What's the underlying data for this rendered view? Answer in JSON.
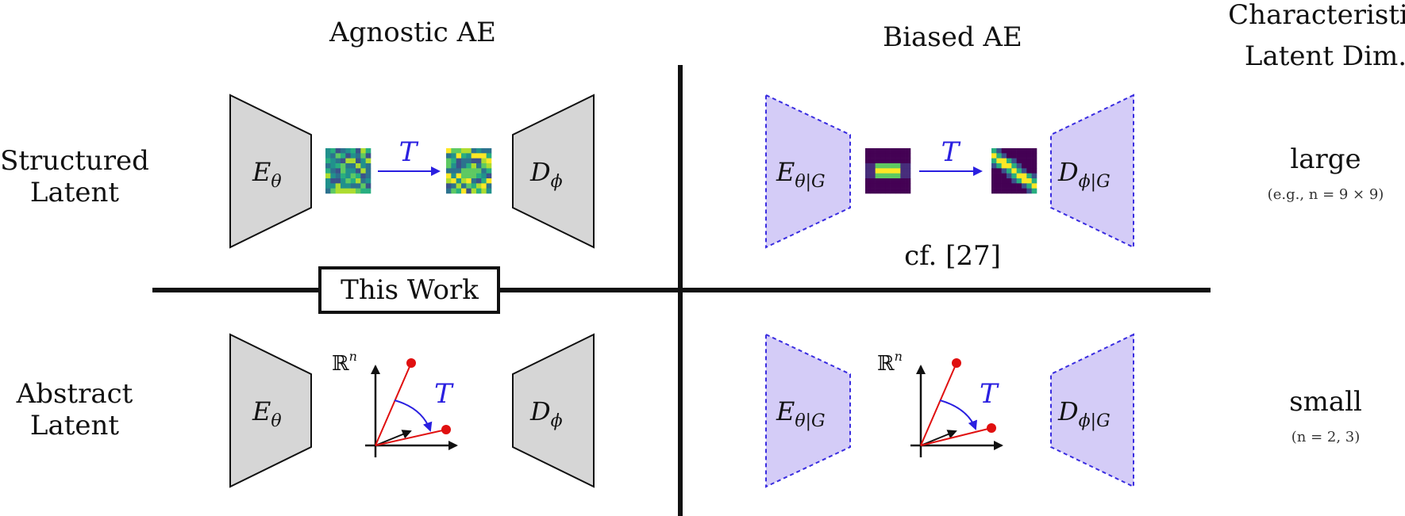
{
  "columns": {
    "agnostic": "Agnostic AE",
    "biased": "Biased AE",
    "characteristic_line1": "Characteristic",
    "characteristic_line2": "Latent Dim."
  },
  "rows": {
    "structured_line1": "Structured",
    "structured_line2": "Latent",
    "abstract_line1": "Abstract",
    "abstract_line2": "Latent"
  },
  "encoder_agnostic": {
    "main": "E",
    "sub": "θ"
  },
  "decoder_agnostic": {
    "main": "D",
    "sub": "ϕ"
  },
  "encoder_biased": {
    "main": "E",
    "sub": "θ|G"
  },
  "decoder_biased": {
    "main": "D",
    "sub": "ϕ|G"
  },
  "transform_label": "T",
  "space_label": {
    "main": "ℝ",
    "sup": "n"
  },
  "this_work": "This Work",
  "citation": "cf. [27]",
  "dims": {
    "large": "large",
    "large_note": "(e.g., n = 9 × 9)",
    "small": "small",
    "small_note": "(n = 2, 3)"
  },
  "colors": {
    "agnostic_fill": "#d6d6d6",
    "biased_fill": "#d4ccf7",
    "biased_stroke": "#3a2de0",
    "transform_blue": "#2a1fe0",
    "vector_red": "#e01010"
  }
}
